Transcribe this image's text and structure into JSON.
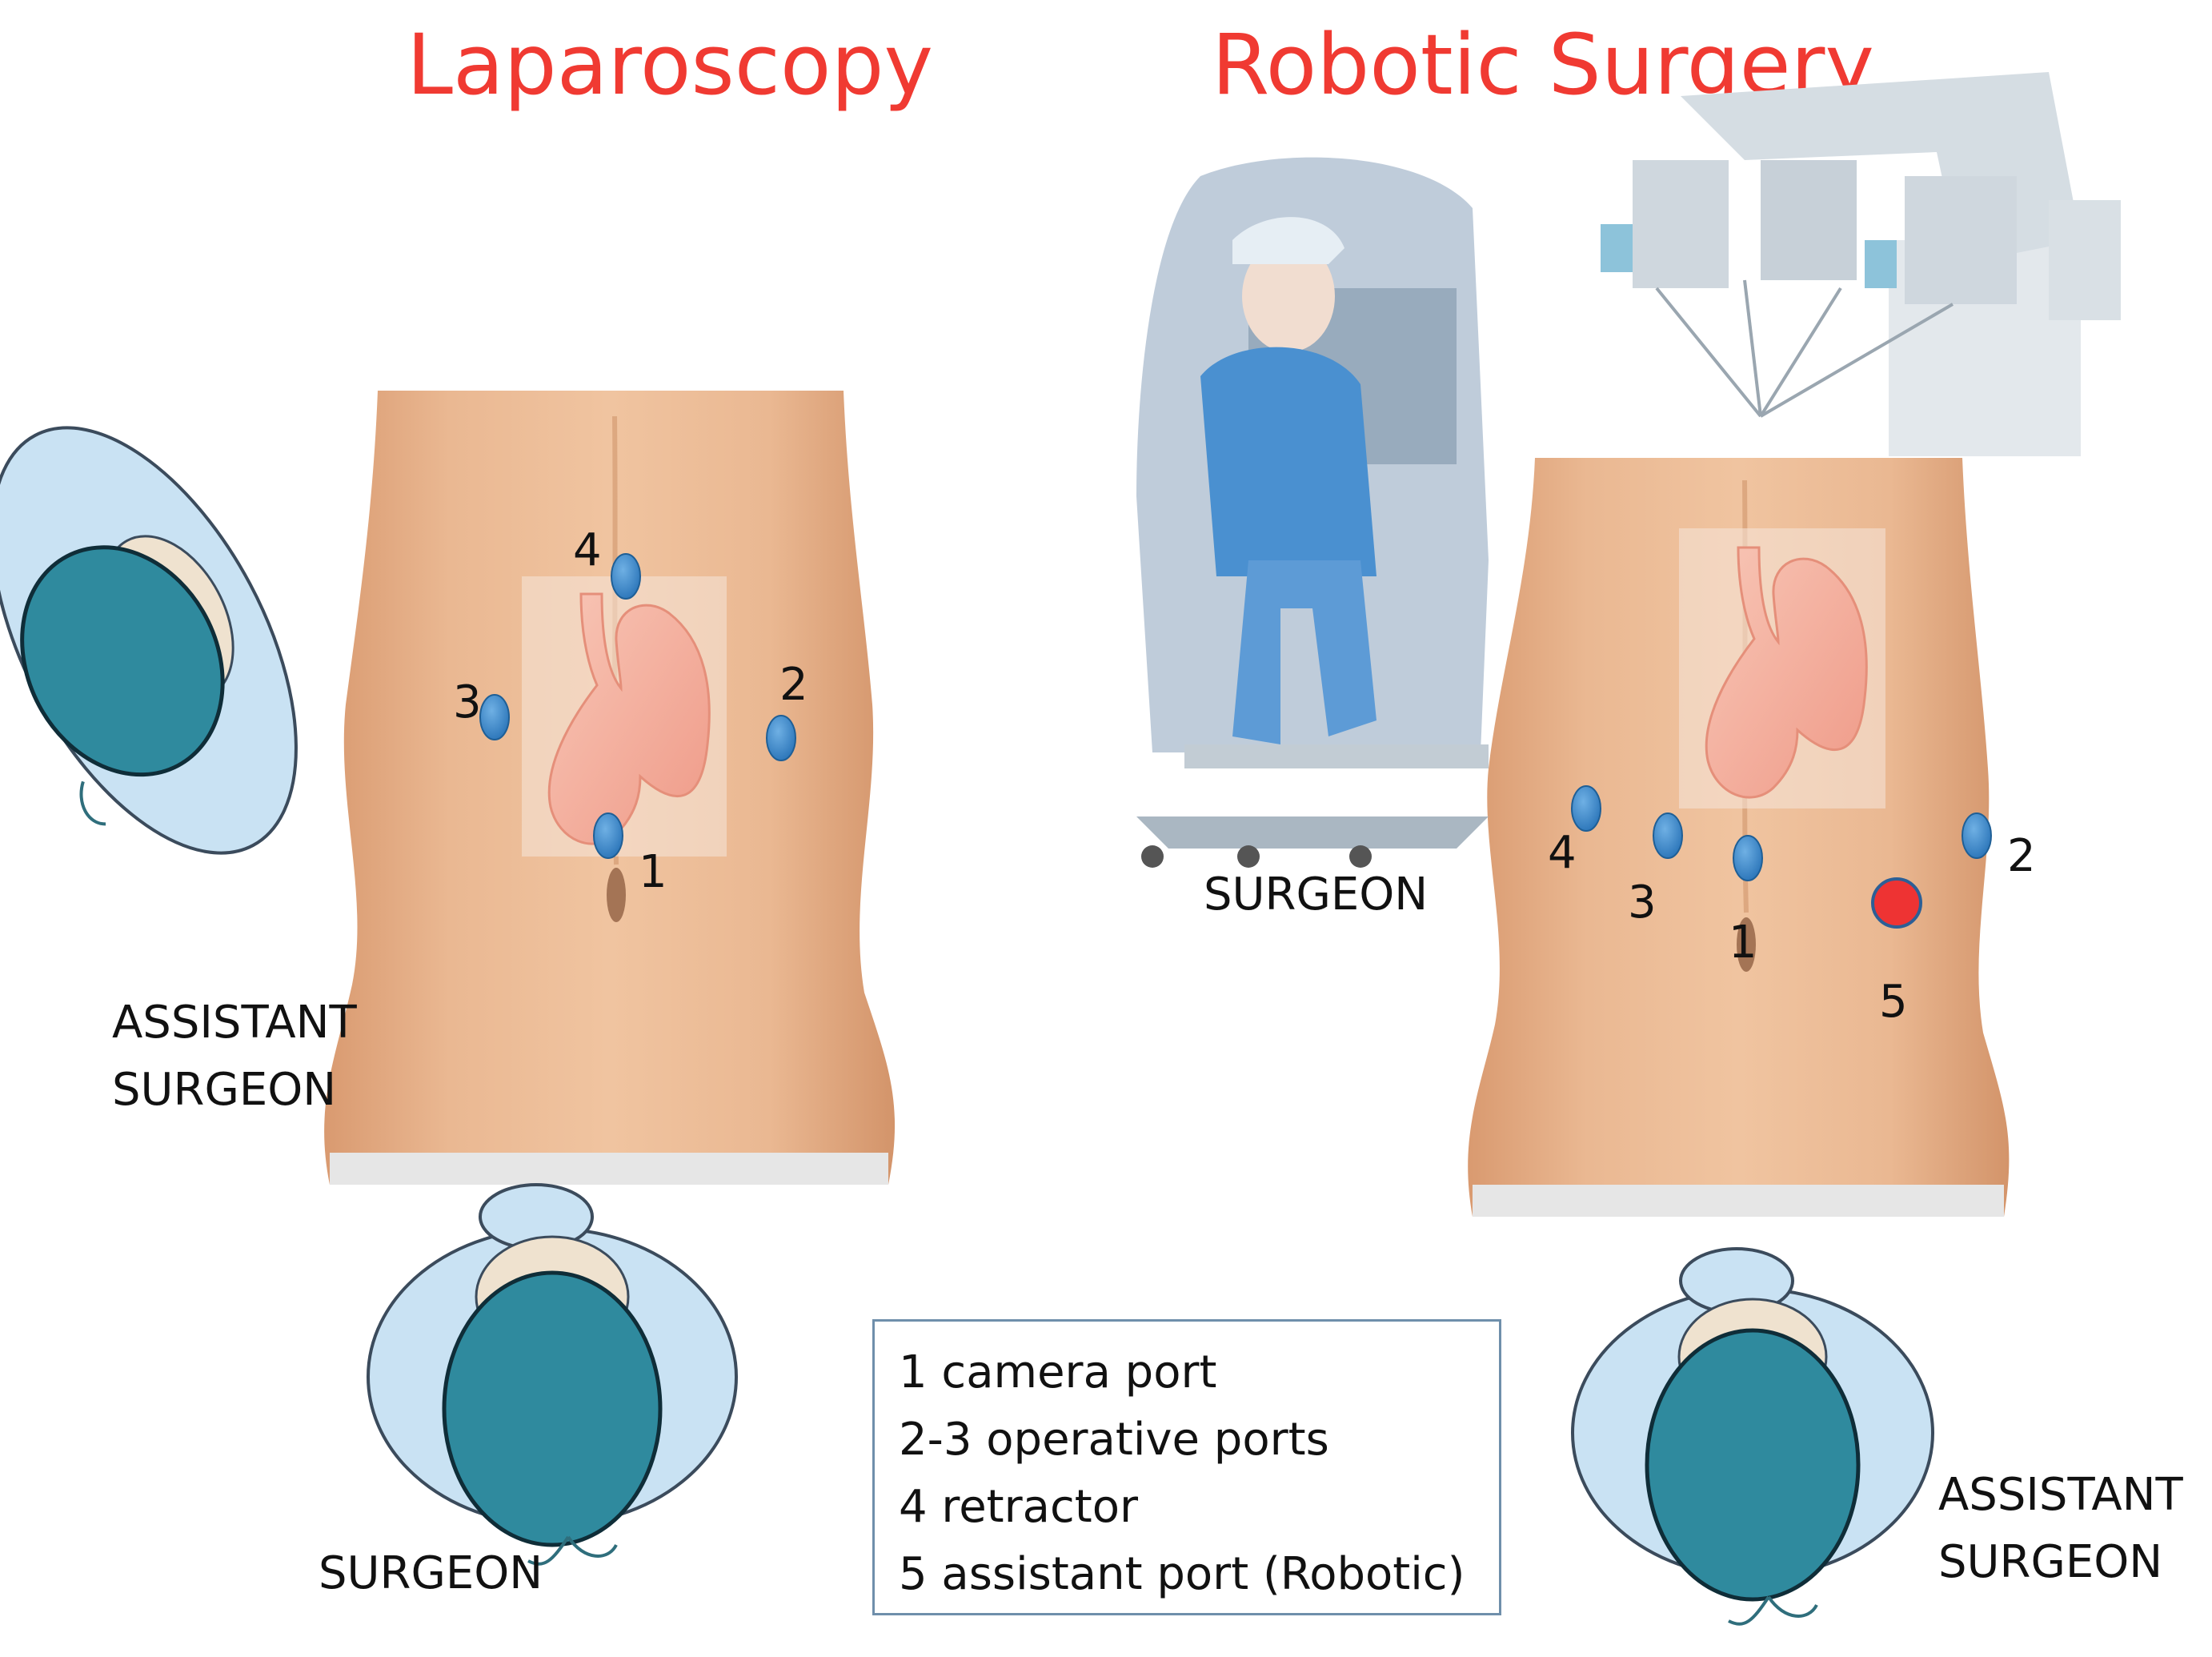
{
  "titles": {
    "laparoscopy": "Laparoscopy",
    "robotic": "Robotic Surgery"
  },
  "roles": {
    "lap_assistant_line1": "ASSISTANT",
    "lap_assistant_line2": "SURGEON",
    "lap_surgeon": "SURGEON",
    "robot_surgeon": "SURGEON",
    "robot_assistant_line1": "ASSISTANT",
    "robot_assistant_line2": "SURGEON"
  },
  "ports": {
    "laparoscopy": [
      "1",
      "2",
      "3",
      "4"
    ],
    "robotic": [
      "1",
      "2",
      "3",
      "4",
      "5"
    ]
  },
  "legend": [
    "1 camera port",
    "2-3 operative ports",
    "4 retractor",
    "5 assistant port (Robotic)"
  ],
  "colors": {
    "title": "#f03a32",
    "port_blue": "#3a86c8",
    "port_red": "#ee3333",
    "skin": "#e8b188",
    "cap_blue": "#c6e0f2",
    "mask_teal": "#2f8a9e",
    "stomach": "#f2a18e"
  }
}
